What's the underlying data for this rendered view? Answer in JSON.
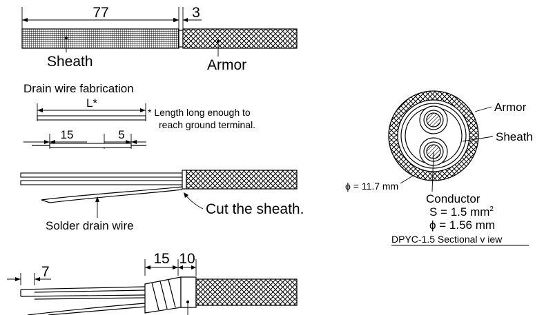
{
  "dimensions": {
    "sheath_length": "77",
    "armor_cut": "3",
    "drain_total": "L*",
    "drain_left": "15",
    "drain_right": "5",
    "strip_end": "7",
    "tape_1": "15",
    "tape_2": "10"
  },
  "labels": {
    "sheath": "Sheath",
    "armor": "Armor",
    "drain_title": "Drain wire fabrication",
    "footnote_line1": "* Length long enough to",
    "footnote_line2": "reach ground terminal.",
    "cut_sheath": "Cut the sheath.",
    "solder_drain": "Solder drain wire"
  },
  "section": {
    "armor": "Armor",
    "sheath": "Sheath",
    "diameter": "ϕ = 11.7 mm",
    "conductor": "Conductor",
    "area_main": "S = 1.5 mm",
    "area_sup": "2",
    "cond_dia": "ϕ = 1.56 mm",
    "caption": "DPYC-1.5 Sectional v iew"
  },
  "colors": {
    "line": "#000000",
    "background": "#ffffff",
    "armor_fill": "#cfcfcf"
  }
}
